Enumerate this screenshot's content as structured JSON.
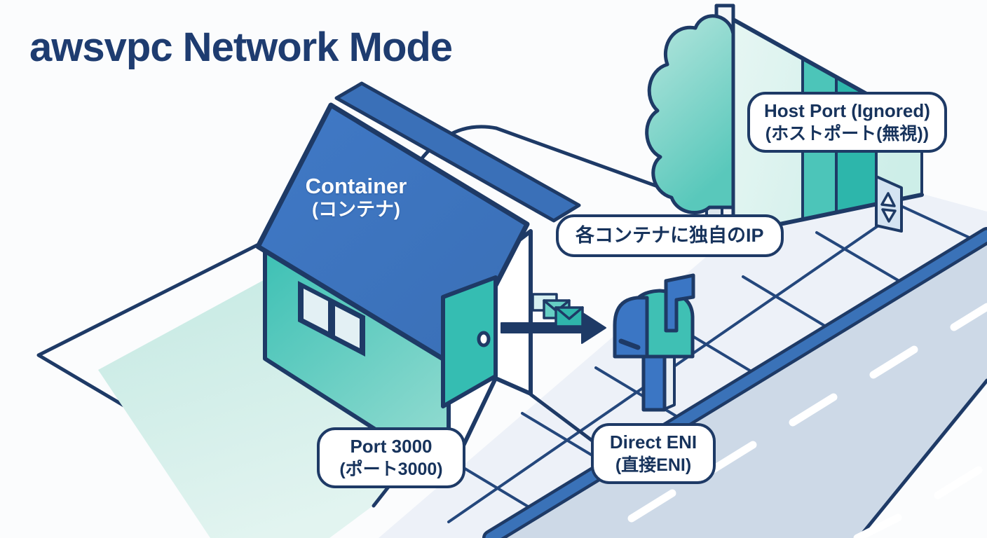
{
  "title": "awsvpc Network Mode",
  "house": {
    "label_en": "Container",
    "label_jp": "(コンテナ)"
  },
  "callouts": {
    "host_port": {
      "line1": "Host Port (Ignored)",
      "line2": "(ホストポート(無視))"
    },
    "unique_ip": {
      "line1": "各コンテナに独自のIP"
    },
    "port_3000": {
      "line1": "Port 3000",
      "line2": "(ポート3000)"
    },
    "direct_eni": {
      "line1": "Direct ENI",
      "line2": "(直接ENI)"
    }
  },
  "icons": {
    "house": "house-with-blue-roof",
    "door": "open-teal-door",
    "mailbox": "mailbox-with-flag",
    "envelopes": "three-envelopes",
    "arrow": "right-arrow",
    "tree": "teal-tree",
    "building": "building-wall-with-elevator",
    "elevator": "elevator-up-down-buttons",
    "road": "diagonal-road-with-dashes"
  },
  "colors": {
    "navy_outline": "#1e3a66",
    "title_navy": "#1e3c70",
    "roof_blue": "#3d77c2",
    "wall_teal": "#3fbfb4",
    "door_teal": "#35bdb2",
    "lawn_teal": "#c5e9e3",
    "road_gray": "#cdd9e7",
    "stripe_blue": "#3a72b8",
    "sidewalk": "#edf1f8",
    "building_light": "#dff2ef",
    "building_teal_medium": "#4cc5b9",
    "building_teal_dark": "#2db6ab",
    "mailbox_blue": "#3b76c4",
    "envelope_light": "#d6f0f2",
    "envelope_medium": "#66cec4",
    "envelope_dark": "#2fb5ab",
    "label_bg": "#ffffff"
  }
}
